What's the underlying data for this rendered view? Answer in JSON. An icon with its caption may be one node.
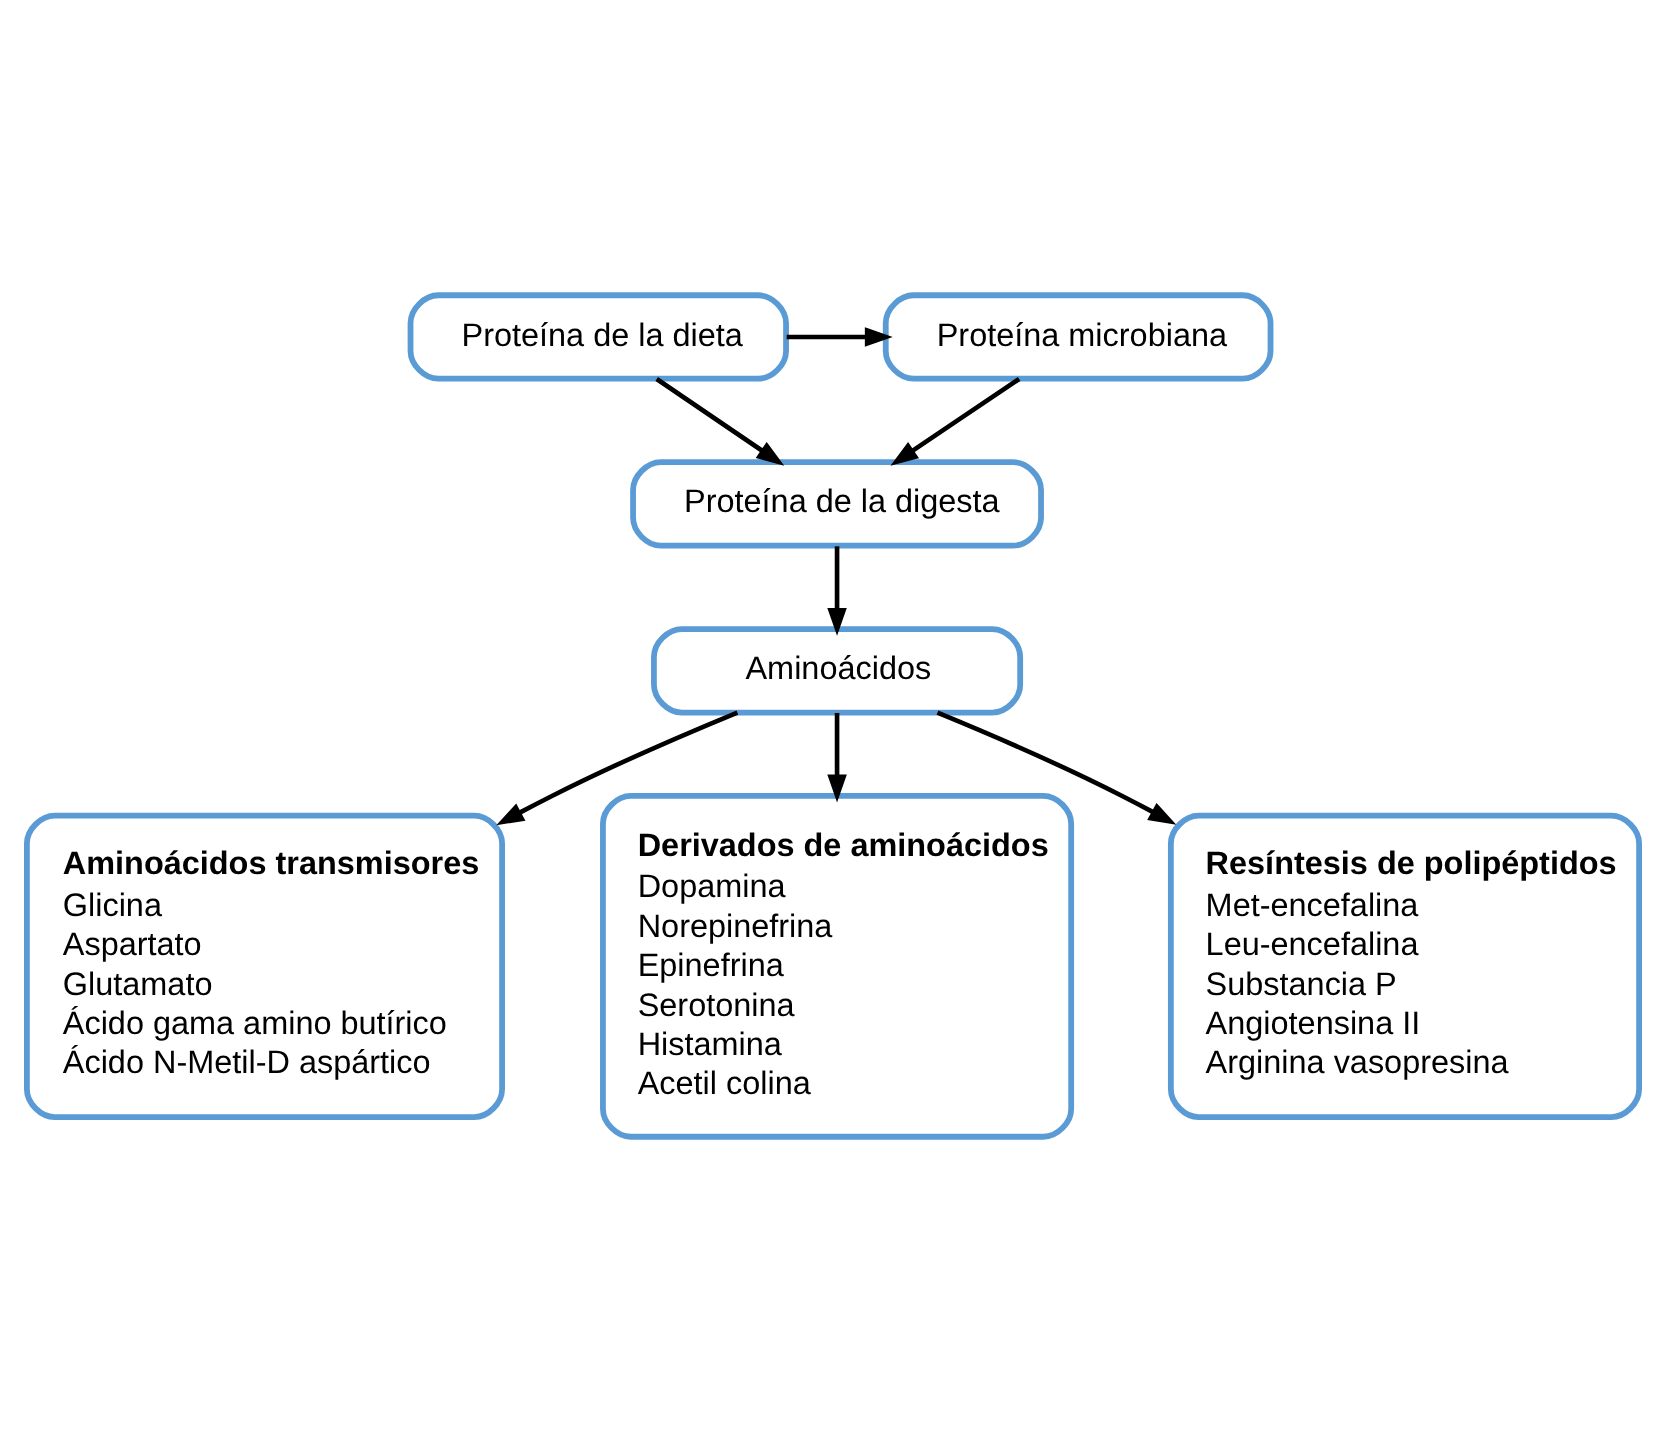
{
  "diagram": {
    "nodes": [
      {
        "text": [
          "Proteína de la dieta"
        ]
      },
      {
        "text": [
          "Proteína microbiana"
        ]
      },
      {
        "text": [
          "Proteína de la digesta"
        ]
      },
      {
        "text": [
          "Aminoácidos"
        ]
      },
      {
        "text": [
          "Aminoácidos transmisores",
          "Glicina",
          "Aspartato",
          "Glutamato",
          "Ácido gama amino butírico",
          "Ácido N-Metil-D aspártico"
        ]
      },
      {
        "text": [
          "Derivados de aminoácidos",
          "Dopamina",
          "Norepinefrina",
          "Epinefrina",
          "Serotonina",
          "Histamina",
          "Acetil colina"
        ]
      },
      {
        "text": [
          "Resíntesis de polipéptidos",
          "Met-encefalina",
          "Leu-encefalina",
          "Substancia P",
          "Angiotensina II",
          "Arginina vasopresina"
        ]
      }
    ],
    "edges": [
      {
        "from": 0,
        "to": 1,
        "arrow": "to"
      },
      {
        "from": 0,
        "to": 2,
        "arrow": "to"
      },
      {
        "from": 1,
        "to": 2,
        "arrow": "to"
      },
      {
        "from": 2,
        "to": 3,
        "arrow": "to"
      },
      {
        "from": 3,
        "to": 4,
        "arrow": "to"
      },
      {
        "from": 3,
        "to": 5,
        "arrow": "to"
      },
      {
        "from": 3,
        "to": 6,
        "arrow": "to"
      }
    ]
  }
}
